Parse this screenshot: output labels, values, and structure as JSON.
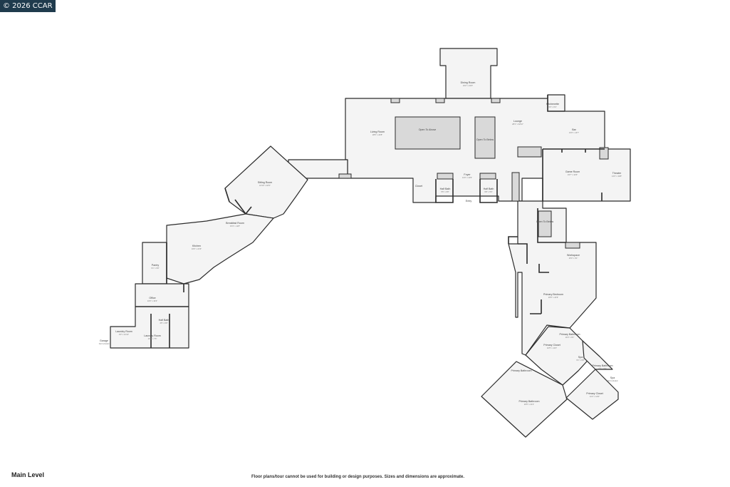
{
  "watermark": "© 2026 CCAR",
  "level_label": "Main Level",
  "disclaimer": "Floor plans/tour cannot be used for building or design purposes. Sizes and dimensions are approximate.",
  "rooms": [
    {
      "id": "dining-room",
      "name": "Dining Room",
      "dims": "16'2\" x 22'9\""
    },
    {
      "id": "lounge",
      "name": "Lounge",
      "dims": "28'1\" x 32'10\""
    },
    {
      "id": "living-room",
      "name": "Living Room",
      "dims": "28'6\" x 24'8\""
    },
    {
      "id": "open-to-above-1",
      "name": "Open To Above",
      "dims": ""
    },
    {
      "id": "open-to-below",
      "name": "Open To Below",
      "dims": ""
    },
    {
      "id": "bar",
      "name": "Bar",
      "dims": "13'3\" x 14'7\""
    },
    {
      "id": "kitchenette",
      "name": "Kitchenette",
      "dims": "9'3\" x 6'4\""
    },
    {
      "id": "game-room",
      "name": "Game Room",
      "dims": "19'7\" x 14'6\""
    },
    {
      "id": "theater",
      "name": "Theater",
      "dims": "14'3\" x 19'8\""
    },
    {
      "id": "foyer",
      "name": "Foyer",
      "dims": "11'9\" x 14'9\""
    },
    {
      "id": "half-bath-1",
      "name": "Half Bath",
      "dims": "5'5\" x 6'8\""
    },
    {
      "id": "half-bath-2",
      "name": "Half Bath",
      "dims": "6'8\" x 5'6\""
    },
    {
      "id": "closet",
      "name": "Closet",
      "dims": ""
    },
    {
      "id": "entry",
      "name": "Entry",
      "dims": ""
    },
    {
      "id": "open-to-below-2",
      "name": "Open To Below",
      "dims": ""
    },
    {
      "id": "sitting-room",
      "name": "Sitting Room",
      "dims": "16'10\" x 18'3\""
    },
    {
      "id": "breakfast-room",
      "name": "Breakfast Room",
      "dims": "15'4\" x 11'8\""
    },
    {
      "id": "kitchen",
      "name": "Kitchen",
      "dims": "16'0\" x 21'9\""
    },
    {
      "id": "pantry",
      "name": "Pantry",
      "dims": "6'1\" x 9'9\""
    },
    {
      "id": "office",
      "name": "Office",
      "dims": "10'0\" x 10'4\""
    },
    {
      "id": "laundry-room",
      "name": "Laundry Room",
      "dims": "9'0\" x 12'10\""
    },
    {
      "id": "laundry-room-2",
      "name": "Laundry Room",
      "dims": "13'6\" x 7'6\""
    },
    {
      "id": "half-bath-3",
      "name": "Half Bath",
      "dims": "4'5\" x 6'8\""
    },
    {
      "id": "garage",
      "name": "Garage",
      "dims": "Not Included"
    },
    {
      "id": "workspace",
      "name": "Workspace",
      "dims": "16'0\" x 9'1\""
    },
    {
      "id": "primary-bedroom",
      "name": "Primary Bedroom",
      "dims": "20'5\" x 24'9\""
    },
    {
      "id": "primary-bathroom",
      "name": "Primary Bathroom",
      "dims": "11'9\" x 9'1\""
    },
    {
      "id": "primary-closet",
      "name": "Primary Closet",
      "dims": "10'5\" x 11'3\""
    },
    {
      "id": "primary-bathroom-2",
      "name": "Primary Bathroom",
      "dims": "20'5\" x 21'2\""
    },
    {
      "id": "primary-bathroom-3",
      "name": "Primary Bathroom",
      "dims": ""
    },
    {
      "id": "primary-closet-2",
      "name": "Primary Closet",
      "dims": "11'3\" x 12'9\""
    },
    {
      "id": "spa",
      "name": "Spa",
      "dims": "6'1\" x 6'8\""
    },
    {
      "id": "primary-bathroom-4",
      "name": "Primary Bathroom",
      "dims": "6'9\" x 8'4\""
    },
    {
      "id": "spa-2",
      "name": "Spa",
      "dims": "Not Included"
    }
  ]
}
